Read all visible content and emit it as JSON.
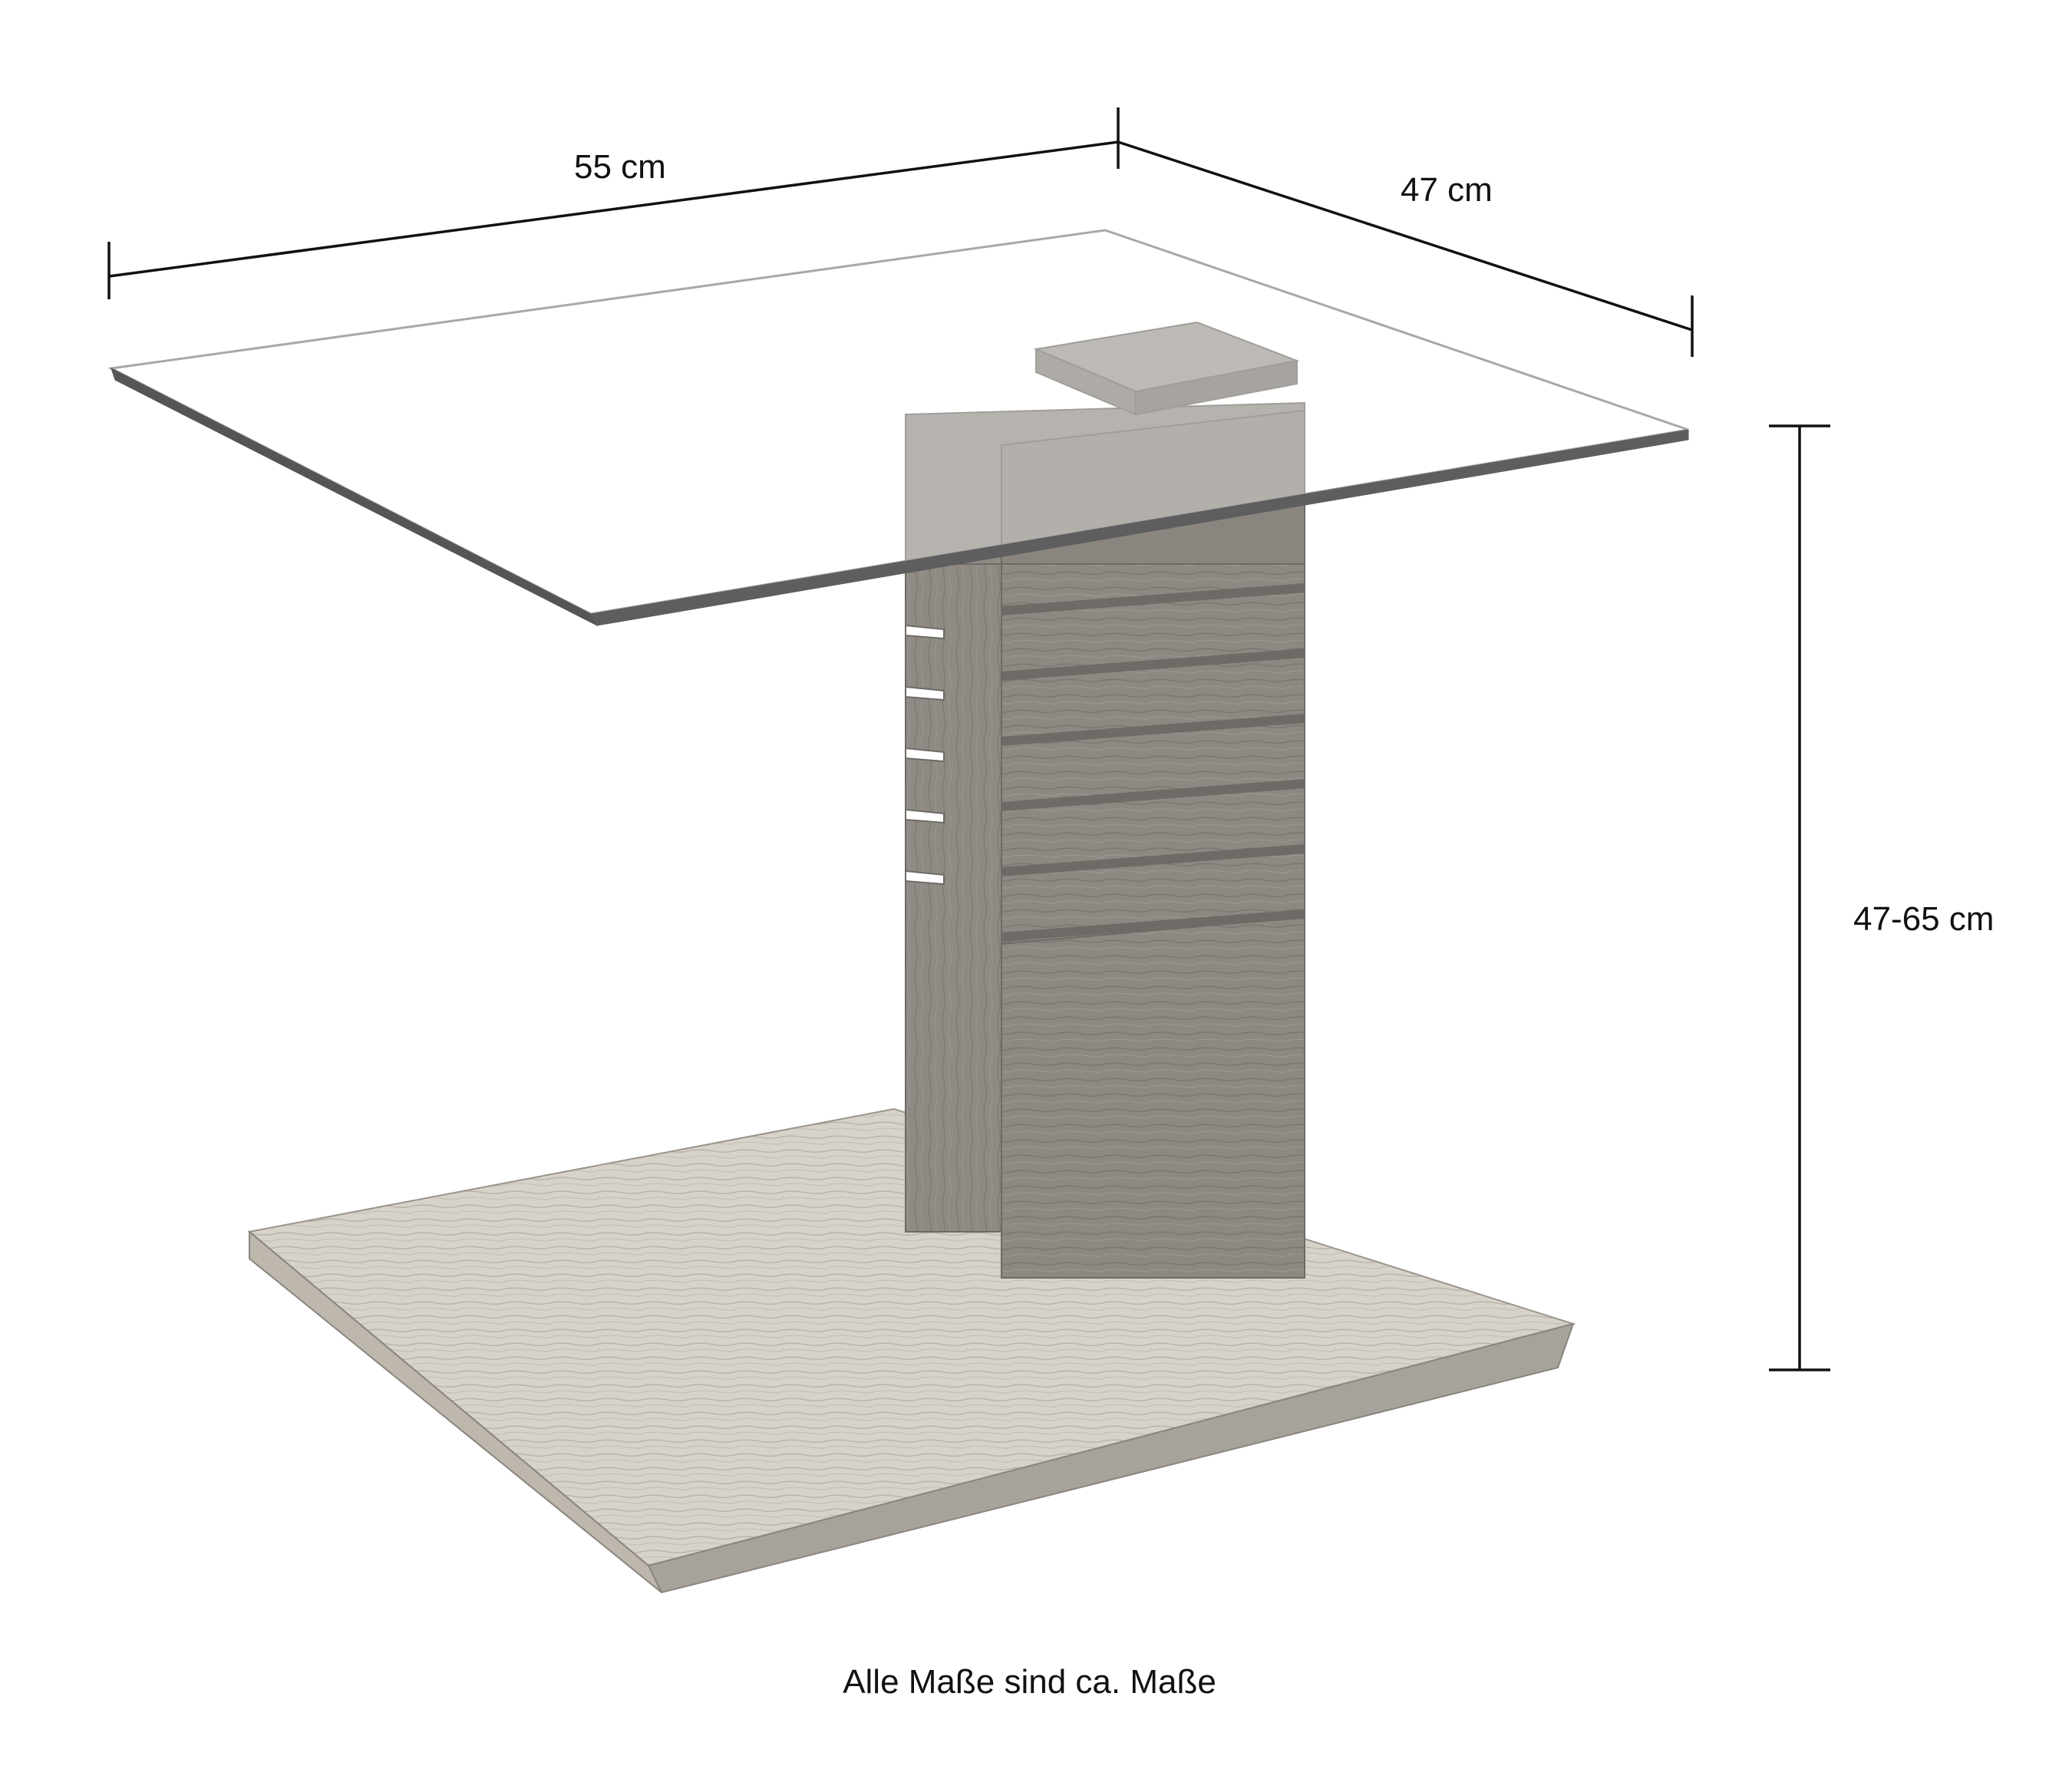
{
  "dimensions": {
    "width_label": "55 cm",
    "depth_label": "47 cm",
    "height_label": "47-65 cm"
  },
  "footnote": "Alle Maße sind ca. Maße",
  "colors": {
    "line": "#111111",
    "wood_light": "#d7d2ca",
    "wood_mid": "#c4bdb2",
    "wood_dark": "#8f8a84",
    "wood_shadow": "#7c7872",
    "glass_edge": "#9a9a9a"
  }
}
